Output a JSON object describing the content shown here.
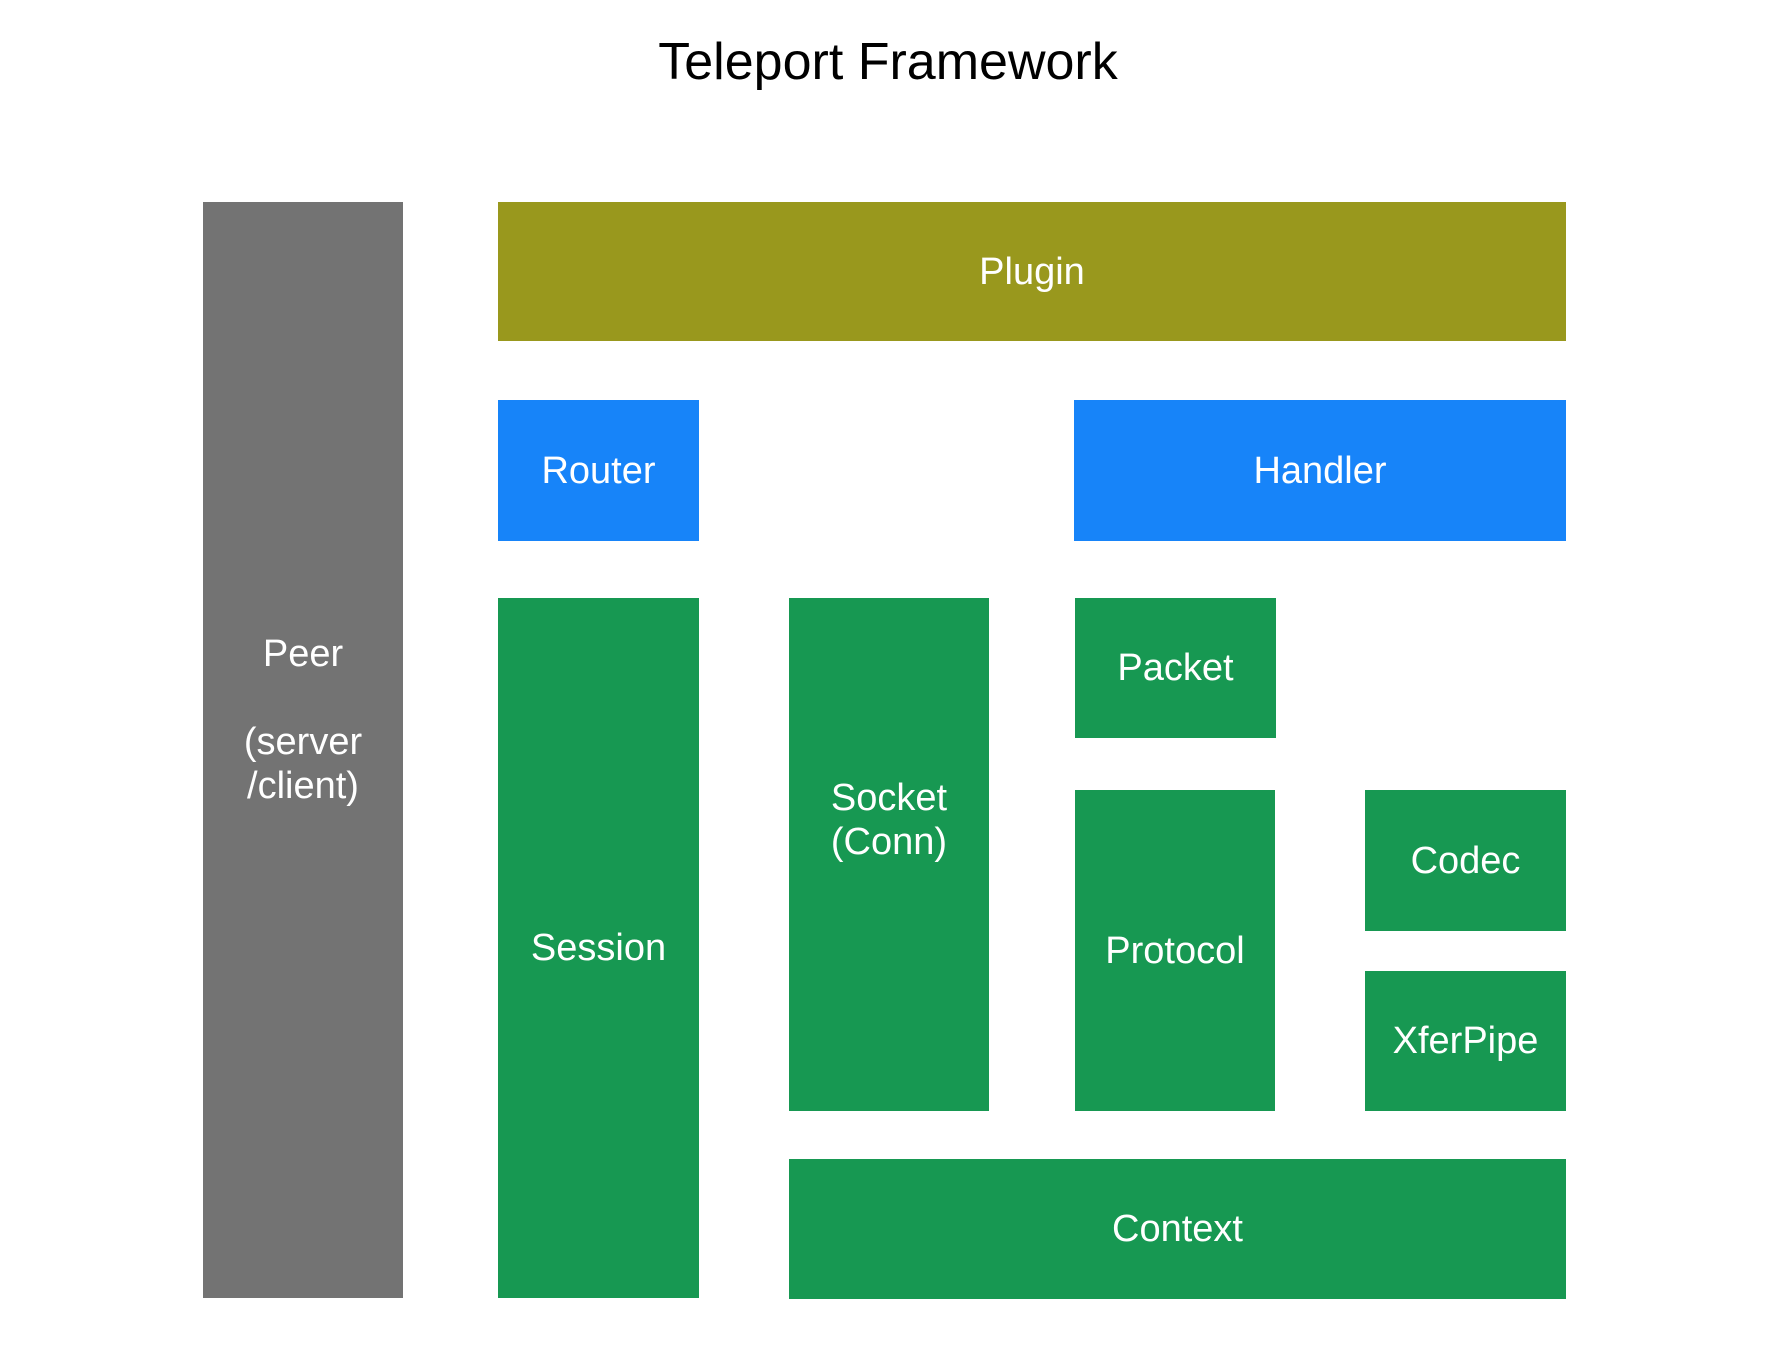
{
  "title": "Teleport Framework",
  "colors": {
    "peer": "#737373",
    "plugin": "#99981d",
    "router_handler": "#1784f9",
    "core": "#179852"
  },
  "blocks": {
    "peer": {
      "label": "Peer",
      "sublabel_line1": "(server",
      "sublabel_line2": "/client)"
    },
    "plugin": {
      "label": "Plugin"
    },
    "router": {
      "label": "Router"
    },
    "handler": {
      "label": "Handler"
    },
    "session": {
      "label": "Session"
    },
    "socket": {
      "label_line1": "Socket",
      "label_line2": "(Conn)"
    },
    "packet": {
      "label": "Packet"
    },
    "protocol": {
      "label": "Protocol"
    },
    "codec": {
      "label": "Codec"
    },
    "xferpipe": {
      "label": "XferPipe"
    },
    "context": {
      "label": "Context"
    }
  }
}
